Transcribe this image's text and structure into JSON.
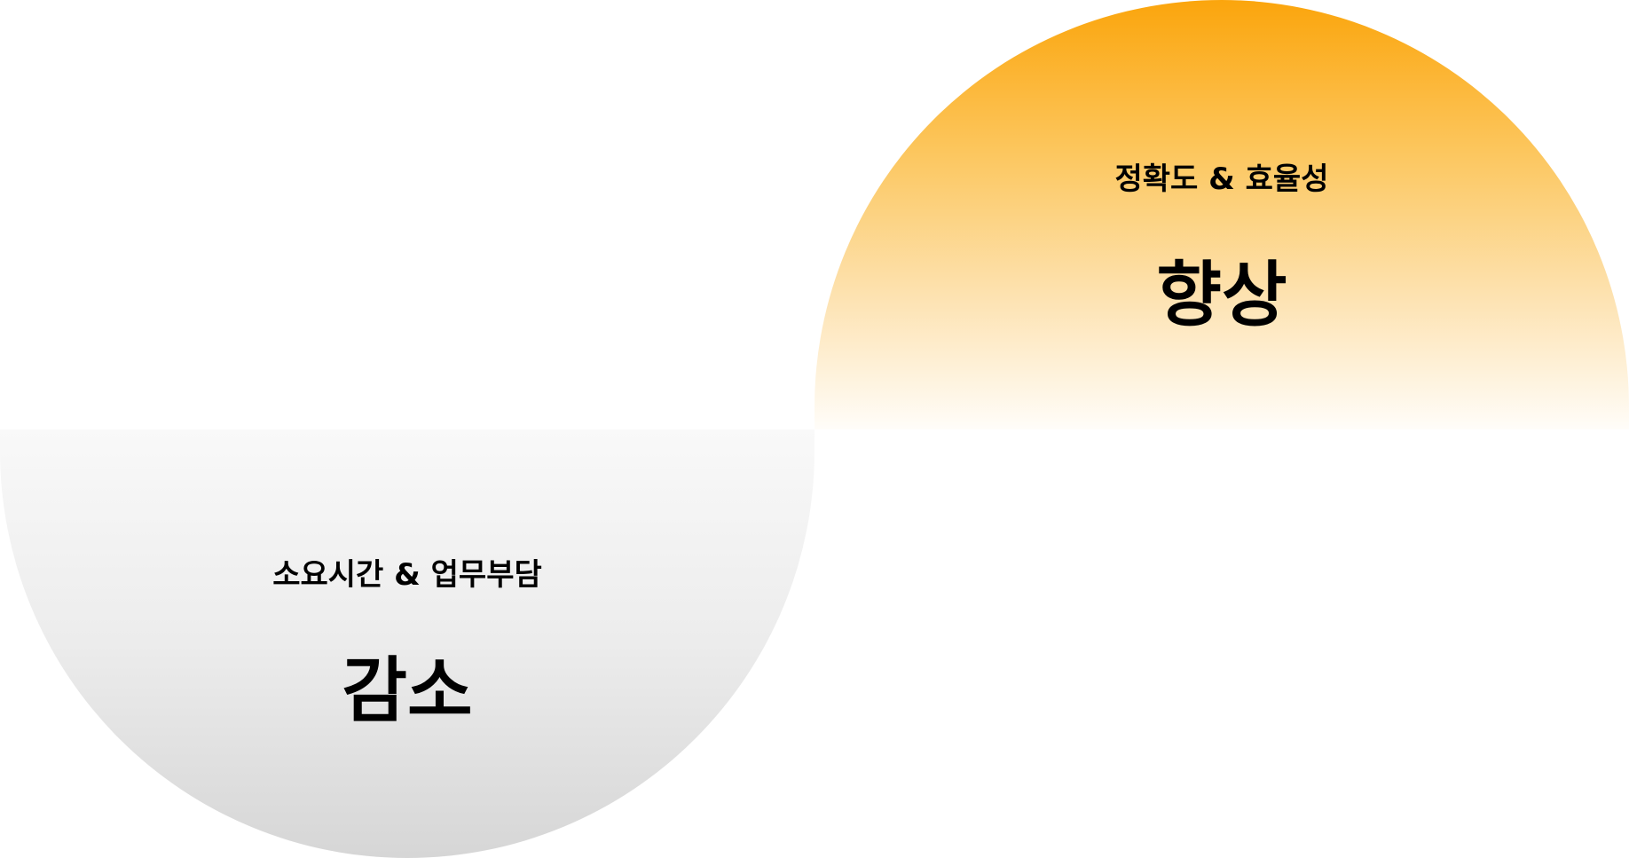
{
  "top": {
    "subtitle": "정확도 & 효율성",
    "headline": "향상",
    "color": "#fba50c"
  },
  "bottom": {
    "subtitle": "소요시간 & 업무부담",
    "headline": "감소",
    "color": "#d6d6d6"
  }
}
